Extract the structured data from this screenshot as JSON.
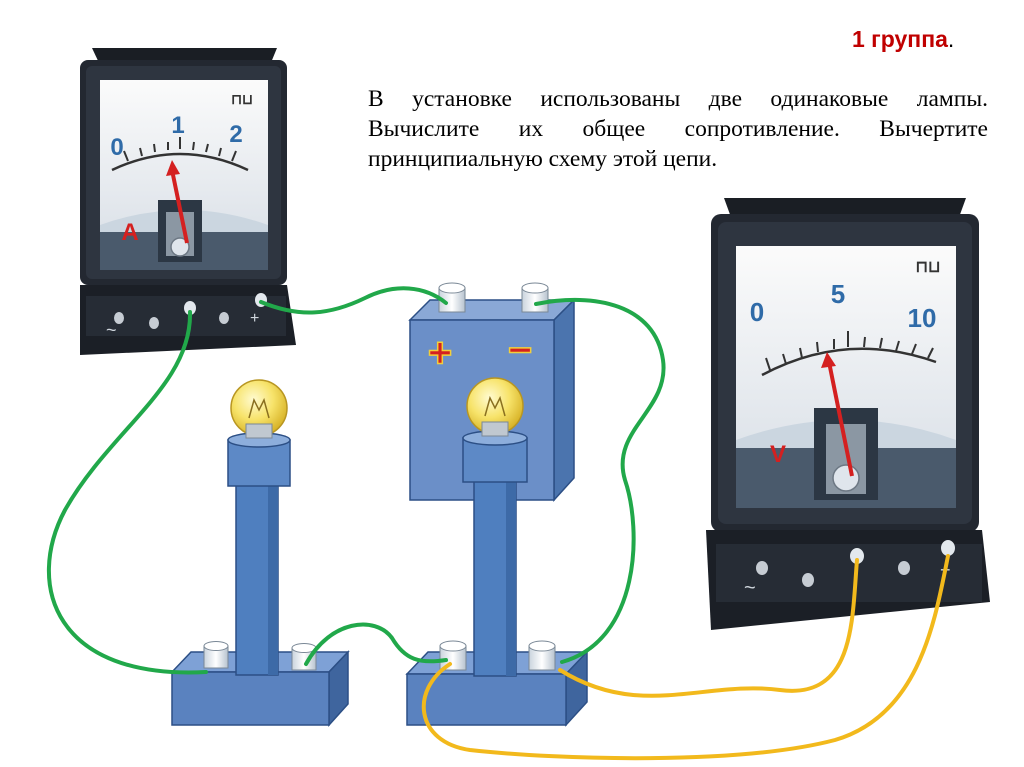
{
  "slide": {
    "group_label": "1 группа",
    "group_suffix": ".",
    "task_text": "В установке использованы две одинаковые лампы. Вычислите их общее сопротивление. Вычертите принципиальную схему этой цепи."
  },
  "ammeter": {
    "symbol": "A",
    "scale_labels": [
      "0",
      "1",
      "2"
    ],
    "type_mark": "⊓⊔",
    "terminal_marks": [
      "~",
      "+"
    ]
  },
  "voltmeter": {
    "symbol": "V",
    "scale_labels": [
      "0",
      "5",
      "10"
    ],
    "type_mark": "⊓⊔",
    "terminal_marks": [
      "~",
      "+"
    ]
  },
  "battery": {
    "plus_sign": "+",
    "minus_sign": "−"
  },
  "colors": {
    "wire_green": "#21a84a",
    "wire_yellow": "#f2b91c",
    "stand_blue": "#4f7fbf",
    "label_red": "#d42020",
    "scale_blue": "#2f6ba8"
  }
}
